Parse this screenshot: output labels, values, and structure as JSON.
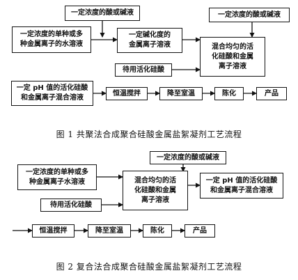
{
  "figure1": {
    "caption": "图 1   共聚法合成聚合硅酸金属盐絮凝剂工艺流程",
    "boxes": {
      "acid_base_top": "一定浓度的酸或碱液",
      "acid_base_right": "一定浓度的酸或碱液",
      "metal_salt_solution": "一定浓度的单种或多\n种金属离子的水溶液",
      "basified_solution": "一定碱化度的\n金属离子溶液",
      "mixed_solution": "混合均匀的活\n化硅酸和金属\n离子溶液",
      "activated_silicic_acid": "待用活化硅酸",
      "ph_mixture": "一定 pH 值的活化硅酸\n和金属离子混合溶液",
      "stirring": "恒温搅拌",
      "cooling": "降至室温",
      "aging": "陈化",
      "product": "产品"
    }
  },
  "figure2": {
    "caption": "图 2   复合法合成聚合硅酸金属盐絮凝剂工艺流程",
    "boxes": {
      "acid_base": "一定浓度的酸或碱液",
      "metal_salt_solution": "一定浓度的单种或多\n种金属离子水溶液",
      "activated_silicic_acid": "待用活化硅酸",
      "mixed_solution": "混合均匀的活\n化硅酸和金属\n离子溶液",
      "ph_mixture": "一定 pH 值的活化硅酸\n和金属离子混合溶液",
      "stirring": "恒温搅拌",
      "cooling": "降至室温",
      "aging": "陈化",
      "product": "产品"
    }
  }
}
